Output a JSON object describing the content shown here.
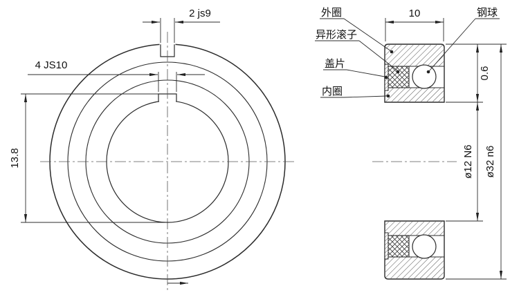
{
  "front_view": {
    "dims": {
      "keyway_width_outer": "2 js9",
      "keyway_width_bore": "4 JS10",
      "keyway_depth": "13.8"
    }
  },
  "section_view": {
    "dims": {
      "width": "10",
      "shield_recess": "0.6",
      "bore_diameter": "ø12 N6",
      "outer_diameter": "ø32 n6"
    },
    "labels": {
      "outer_ring": "外圈",
      "steel_ball": "钢球",
      "profiled_roller": "异形滚子",
      "shield_plate": "盖片",
      "inner_ring": "内圈"
    }
  }
}
